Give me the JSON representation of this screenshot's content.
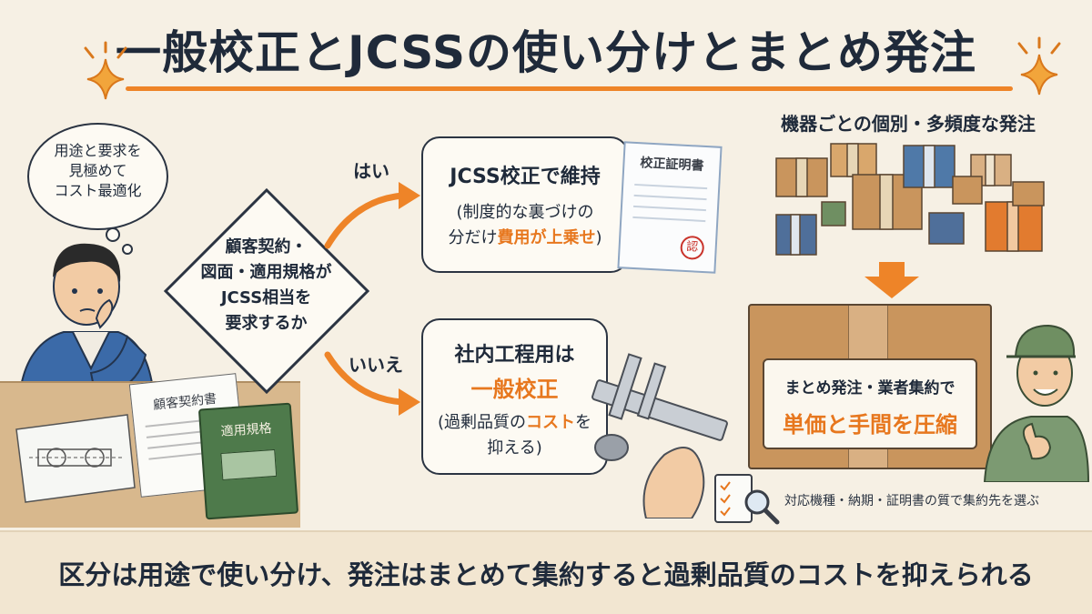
{
  "title": "一般校正とJCSSの使い分けとまとめ発注",
  "thought_bubble": {
    "line1": "用途と要求を",
    "line2": "見極めて",
    "line3": "コスト最適化"
  },
  "decision": {
    "line1": "顧客契約・",
    "line2": "図面・適用規格が",
    "line3": "JCSS相当を",
    "line4": "要求するか"
  },
  "yes_branch": {
    "label": "はい",
    "title": "JCSS校正で維持",
    "note_line1": "(制度的な裏づけの",
    "note_line2_pre": "分だけ",
    "note_line2_hl": "費用が上乗せ",
    "note_line2_post": ")",
    "certificate_label": "校正証明書",
    "stamp_char": "認"
  },
  "no_branch": {
    "label": "いいえ",
    "title_line1": "社内工程用は",
    "title_line2": "一般校正",
    "note_line1_pre": "(過剰品質の",
    "note_line1_hl": "コスト",
    "note_line1_post": "を",
    "note_line2": "抑える)"
  },
  "documents": {
    "contract": "顧客契約書",
    "standard_book": "適用規格"
  },
  "orders": {
    "heading": "機器ごとの個別・多頻度な発注",
    "consolidated_line1": "まとめ発注・業者集約で",
    "consolidated_line2": "単価と手間を圧縮",
    "selection_note": "対応機種・納期・証明書の質で集約先を選ぶ"
  },
  "banner": "区分は用途で使い分け、発注はまとめて集約すると過剰品質のコストを抑えられる",
  "colors": {
    "accent": "#ee8428",
    "ink": "#1f2a3a",
    "background": "#f6f0e4",
    "box_fill": "#fdfaf3",
    "cardboard": "#c9955d"
  }
}
